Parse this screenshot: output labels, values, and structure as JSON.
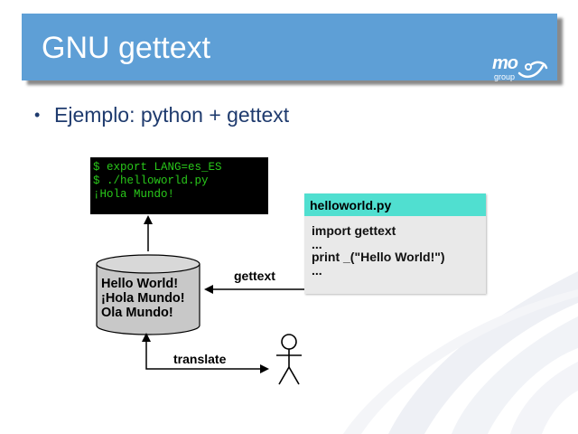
{
  "slide": {
    "title": "GNU gettext",
    "bullet": "Ejemplo: python + gettext"
  },
  "logo": {
    "main": "mo",
    "sub": "group"
  },
  "terminal": {
    "lines": [
      "$ export LANG=es_ES",
      "$ ./helloworld.py",
      "¡Hola Mundo!"
    ]
  },
  "code": {
    "filename": "helloworld.py",
    "lines": [
      "import gettext",
      "...",
      "print _(\"Hello World!\")",
      "..."
    ]
  },
  "database": {
    "lines": [
      "Hello World!",
      "¡Hola Mundo!",
      "Ola Mundo!"
    ]
  },
  "arrows": {
    "gettext_label": "gettext",
    "translate_label": "translate"
  },
  "colors": {
    "title_bar": "#5e9fd6",
    "terminal_bg": "#000000",
    "terminal_text": "#29c71a",
    "code_header": "#50dfd0",
    "code_bg": "#e9e9e9",
    "bullet_text": "#1f3b6e"
  }
}
